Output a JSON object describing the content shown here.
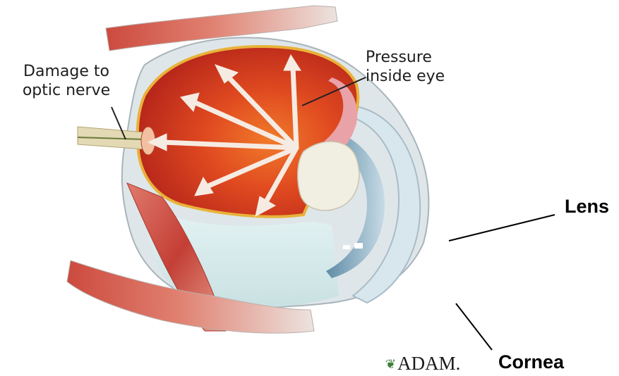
{
  "labels": {
    "damage": [
      "Damage to",
      "optic nerve"
    ],
    "pressure": [
      "Pressure",
      "inside eye"
    ],
    "lens": "Lens",
    "cornea": "Cornea"
  },
  "logo": {
    "text": "ADAM.",
    "leaf_icon": "leaf-icon"
  },
  "colors": {
    "retina_red": "#d43a1e",
    "sclera": "#d9e2e6",
    "muscle": "#c84a3e",
    "arrow": "#f4e7dc",
    "vitreous": "#d7ecec"
  }
}
